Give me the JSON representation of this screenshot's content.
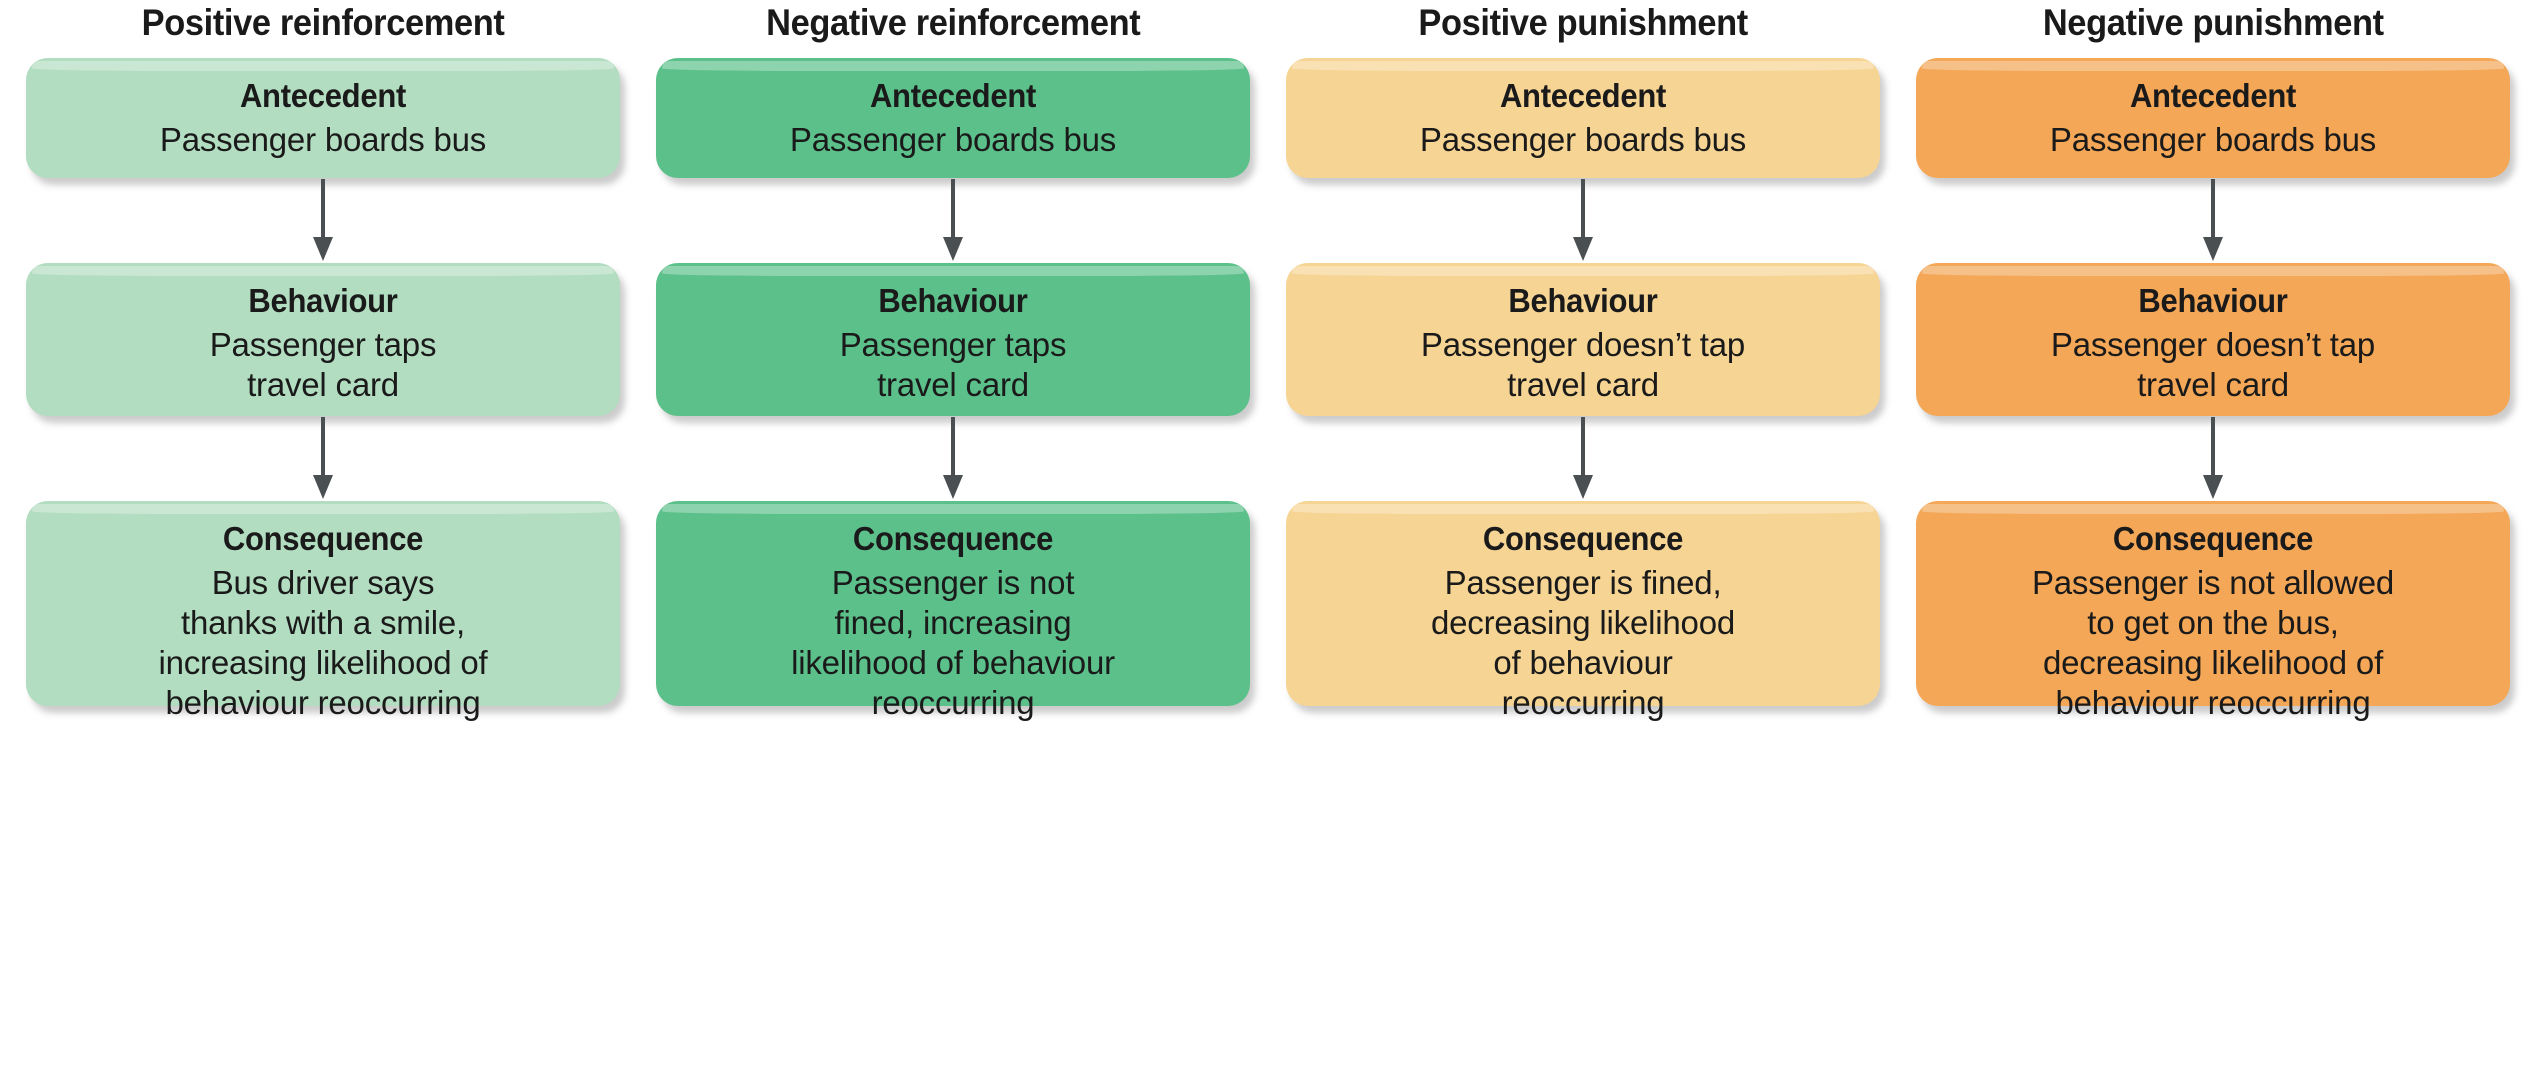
{
  "diagram": {
    "title_row_label": "operant conditioning quadrants",
    "row_labels": [
      "Antecedent",
      "Behaviour",
      "Consequence"
    ],
    "arrow_icon": "down-arrow-icon",
    "arrow_color": "#4a4f52",
    "columns": [
      {
        "id": "positive-reinforcement",
        "header": "Positive reinforcement",
        "fill": "#b2ddc0",
        "shade": "#9ccfae",
        "boxes": [
          {
            "title": "Antecedent",
            "body": "Passenger boards bus"
          },
          {
            "title": "Behaviour",
            "body": "Passenger taps\ntravel card"
          },
          {
            "title": "Consequence",
            "body": "Bus driver says\nthanks with a smile,\nincreasing likelihood of\nbehaviour reoccurring"
          }
        ]
      },
      {
        "id": "negative-reinforcement",
        "header": "Negative reinforcement",
        "fill": "#5cc08b",
        "shade": "#46ad77",
        "boxes": [
          {
            "title": "Antecedent",
            "body": "Passenger boards bus"
          },
          {
            "title": "Behaviour",
            "body": "Passenger taps\ntravel card"
          },
          {
            "title": "Consequence",
            "body": "Passenger is not\nfined, increasing\nlikelihood of behaviour\nreoccurring"
          }
        ]
      },
      {
        "id": "positive-punishment",
        "header": "Positive punishment",
        "fill": "#f6d493",
        "shade": "#edc madeira",
        "boxes": [
          {
            "title": "Antecedent",
            "body": "Passenger boards bus"
          },
          {
            "title": "Behaviour",
            "body": "Passenger doesn’t tap\ntravel card"
          },
          {
            "title": "Consequence",
            "body": "Passenger is fined,\ndecreasing likelihood\nof behaviour\nreoccurring"
          }
        ]
      },
      {
        "id": "negative-punishment",
        "header": "Negative punishment",
        "fill": "#f3a757",
        "shade": "#e89a45",
        "boxes": [
          {
            "title": "Antecedent",
            "body": "Passenger boards bus"
          },
          {
            "title": "Behaviour",
            "body": "Passenger doesn’t tap\ntravel card"
          },
          {
            "title": "Consequence",
            "body": "Passenger is not allowed\nto get on the bus,\ndecreasing likelihood of\nbehaviour reoccurring"
          }
        ]
      }
    ]
  }
}
